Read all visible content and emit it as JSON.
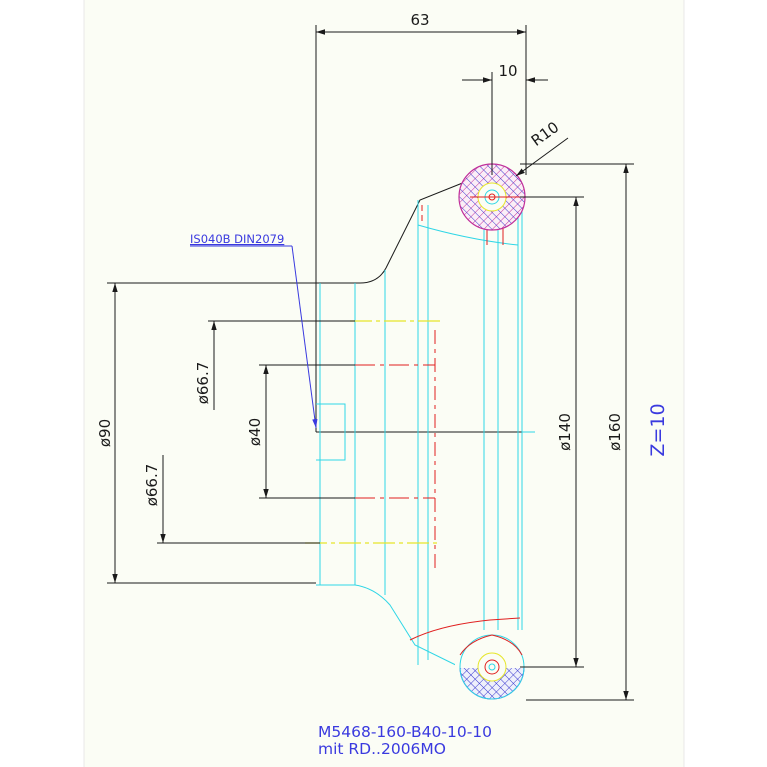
{
  "dimensions": {
    "top_width": "63",
    "small_width": "10",
    "radius": "R10",
    "dia_90": "ø90",
    "dia_66_7_upper": "ø66.7",
    "dia_66_7_lower": "ø66.7",
    "dia_40": "ø40",
    "dia_140": "ø140",
    "dia_160": "ø160"
  },
  "annotation": {
    "reference": "IS040B DIN2079",
    "teeth": "Z=10"
  },
  "title_block": {
    "line1": "M5468-160-B40-10-10",
    "line2": "mit RD..2006MO"
  },
  "colors": {
    "background": "#ffffff",
    "drawing_area": "#fbfdf5",
    "dimension": "#1a1a1a",
    "cyan": "#2fd6e6",
    "red": "#e02020",
    "yellow": "#e6e62a",
    "magenta": "#c0309a",
    "hatch_blue": "#3a3acf",
    "annotation_blue": "#3a3adf"
  }
}
